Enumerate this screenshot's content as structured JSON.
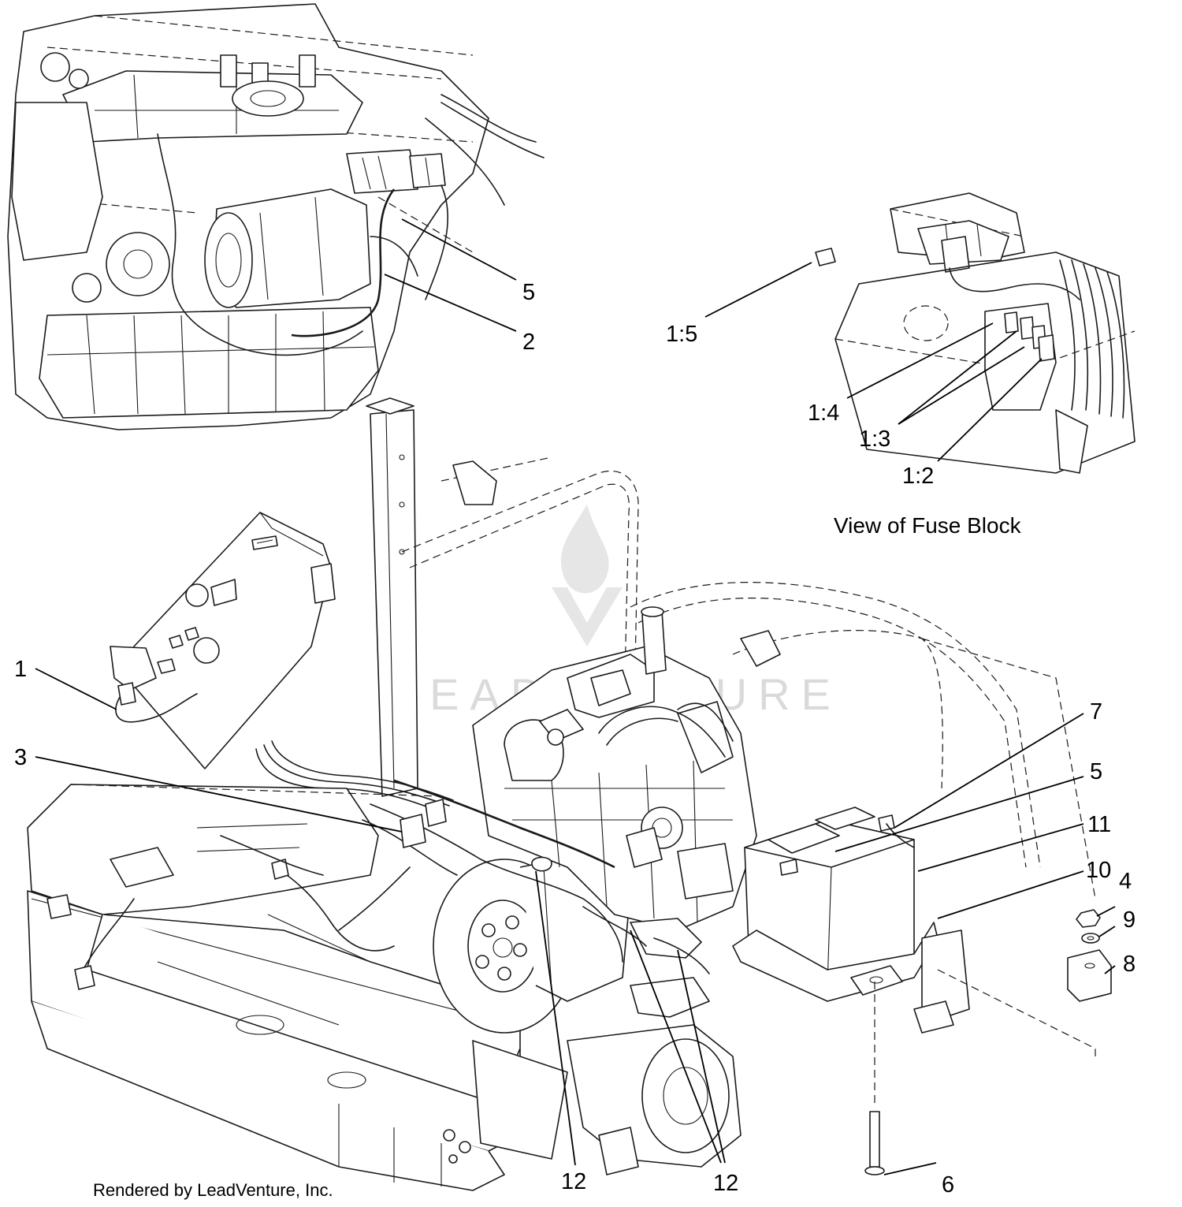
{
  "callouts": [
    {
      "id": "1",
      "text": "1"
    },
    {
      "id": "2",
      "text": "2"
    },
    {
      "id": "3",
      "text": "3"
    },
    {
      "id": "4",
      "text": "4"
    },
    {
      "id": "5a",
      "text": "5"
    },
    {
      "id": "5b",
      "text": "5"
    },
    {
      "id": "6",
      "text": "6"
    },
    {
      "id": "7",
      "text": "7"
    },
    {
      "id": "8",
      "text": "8"
    },
    {
      "id": "9",
      "text": "9"
    },
    {
      "id": "10",
      "text": "10"
    },
    {
      "id": "11",
      "text": "11"
    },
    {
      "id": "12a",
      "text": "12"
    },
    {
      "id": "12b",
      "text": "12"
    },
    {
      "id": "1-2",
      "text": "1:2"
    },
    {
      "id": "1-3",
      "text": "1:3"
    },
    {
      "id": "1-4",
      "text": "1:4"
    },
    {
      "id": "1-5",
      "text": "1:5"
    }
  ],
  "fuse_block_caption": "View of Fuse Block",
  "credit": "Rendered by LeadVenture, Inc.",
  "watermark": "LEADVENTURE"
}
